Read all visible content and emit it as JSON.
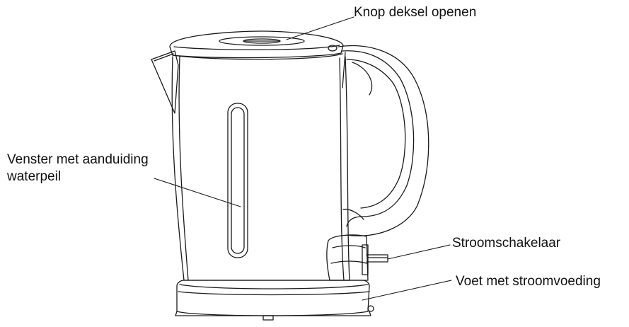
{
  "labels": {
    "lid_button": "Knop deksel openen",
    "water_window_line1": "Venster met aanduiding",
    "water_window_line2": "waterpeil",
    "power_switch": "Stroomschakelaar",
    "base": "Voet met stroomvoeding"
  },
  "colors": {
    "line": "#1a1a1a",
    "background": "#ffffff"
  }
}
